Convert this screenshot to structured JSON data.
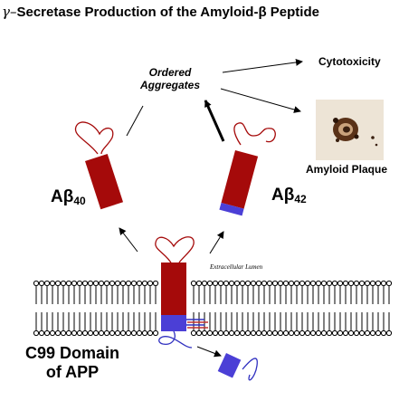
{
  "title": {
    "prefix": "γ–",
    "text": "Secretase Production of the Amyloid-β Peptide"
  },
  "labels": {
    "ordered_line1": "Ordered",
    "ordered_line2": "Aggregates",
    "cytotoxicity": "Cytotoxicity",
    "amyloid_plaque": "Amyloid Plaque",
    "ab40_main": "Aβ",
    "ab40_sub": "40",
    "ab42_main": "Aβ",
    "ab42_sub": "42",
    "extracellular": "Extracellular Lumen",
    "c99_line1": "C99 Domain",
    "c99_line2": "of APP"
  },
  "colors": {
    "peptide": "#a50a0a",
    "transmembrane": "#4b3fd6",
    "membrane_line": "#000000",
    "plaque_bg": "#ede4d6",
    "plaque_core": "#3a2010"
  }
}
